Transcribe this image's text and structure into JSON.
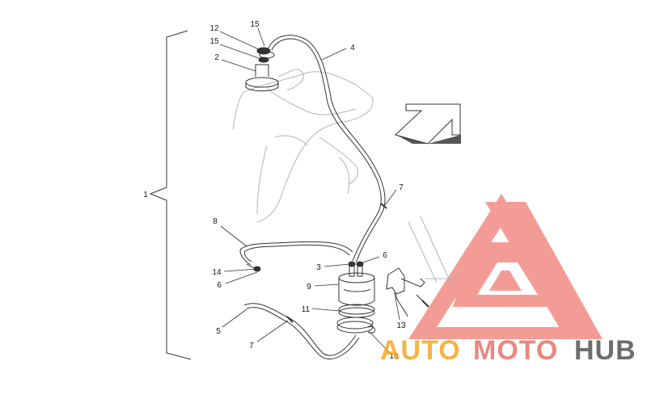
{
  "diagram": {
    "labels": [
      {
        "id": "lbl-1",
        "text": "1"
      },
      {
        "id": "lbl-2",
        "text": "2"
      },
      {
        "id": "lbl-3",
        "text": "3"
      },
      {
        "id": "lbl-4",
        "text": "4"
      },
      {
        "id": "lbl-5",
        "text": "5"
      },
      {
        "id": "lbl-6a",
        "text": "6"
      },
      {
        "id": "lbl-6b",
        "text": "6"
      },
      {
        "id": "lbl-7a",
        "text": "7"
      },
      {
        "id": "lbl-7b",
        "text": "7"
      },
      {
        "id": "lbl-8",
        "text": "8"
      },
      {
        "id": "lbl-9",
        "text": "9"
      },
      {
        "id": "lbl-10",
        "text": "10"
      },
      {
        "id": "lbl-11",
        "text": "11"
      },
      {
        "id": "lbl-12",
        "text": "12"
      },
      {
        "id": "lbl-13",
        "text": "13"
      },
      {
        "id": "lbl-14",
        "text": "14"
      },
      {
        "id": "lbl-15a",
        "text": "15"
      },
      {
        "id": "lbl-15b",
        "text": "15"
      }
    ],
    "direction_arrow": "arrow-up-right-icon",
    "colors": {
      "line": "#333333",
      "ghost": "#b5b5b5",
      "label": "#1a1a1a"
    }
  },
  "watermark": {
    "part1": "AUTO",
    "part2": "MOTO",
    "part3": "HUB",
    "colors": {
      "auto": "#f5a623",
      "moto": "#e8736b",
      "hub": "#555555",
      "logo": "#ef7b74"
    }
  }
}
